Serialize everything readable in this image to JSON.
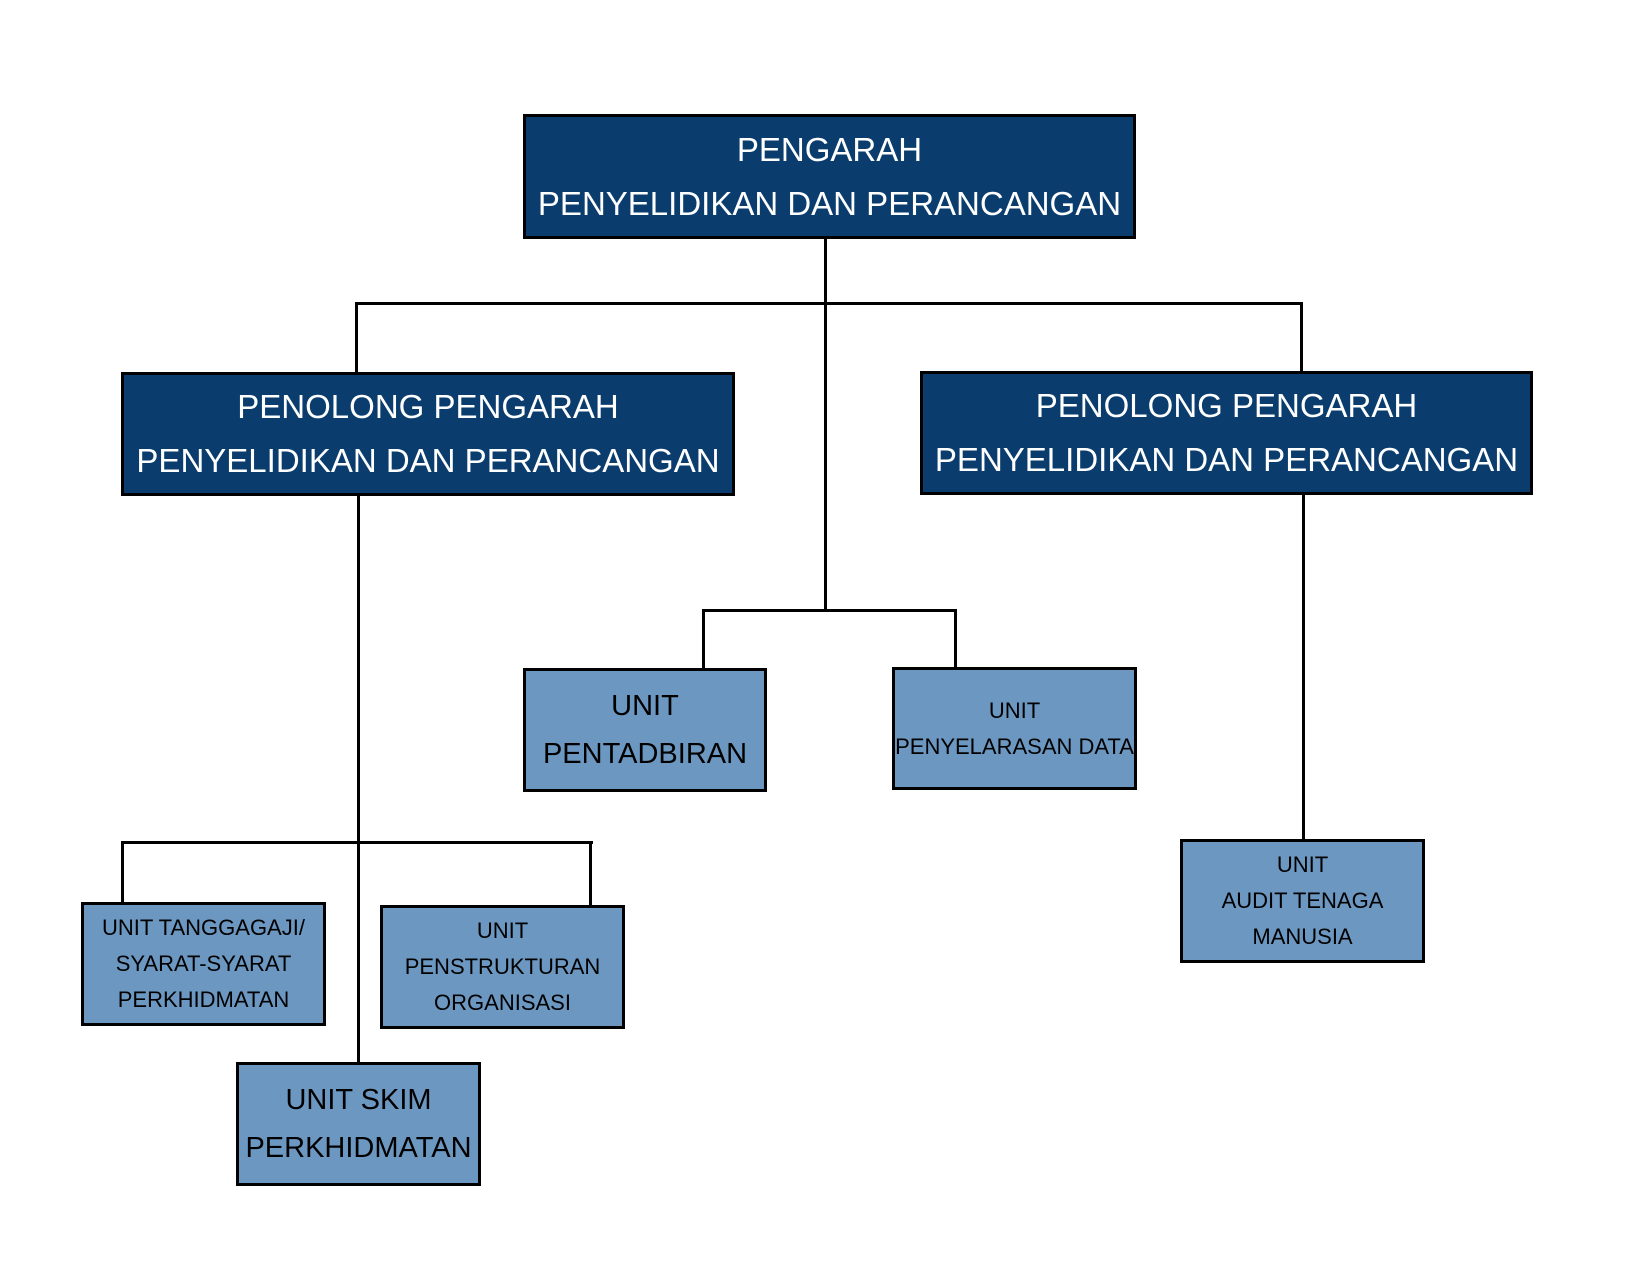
{
  "colors": {
    "dark_box": "#0a3d6e",
    "light_box": "#6b97c1",
    "line": "#000000"
  },
  "director": {
    "line1": "PENGARAH",
    "line2": "PENYELIDIKAN DAN PERANCANGAN"
  },
  "assistant_left": {
    "line1": "PENOLONG PENGARAH",
    "line2": "PENYELIDIKAN DAN PERANCANGAN"
  },
  "assistant_right": {
    "line1": "PENOLONG PENGARAH",
    "line2": "PENYELIDIKAN DAN PERANCANGAN"
  },
  "unit_pentadbiran": {
    "line1": "UNIT",
    "line2": "PENTADBIRAN"
  },
  "unit_penyelarasan": {
    "line1": "UNIT",
    "line2": "PENYELARASAN DATA"
  },
  "unit_tanggagaji": {
    "line1": "UNIT TANGGAGAJI/",
    "line2": "SYARAT-SYARAT",
    "line3": "PERKHIDMATAN"
  },
  "unit_penstrukturan": {
    "line1": "UNIT",
    "line2": "PENSTRUKTURAN",
    "line3": "ORGANISASI"
  },
  "unit_skim": {
    "line1": "UNIT SKIM",
    "line2": "PERKHIDMATAN"
  },
  "unit_audit": {
    "line1": "UNIT",
    "line2": "AUDIT TENAGA",
    "line3": "MANUSIA"
  }
}
